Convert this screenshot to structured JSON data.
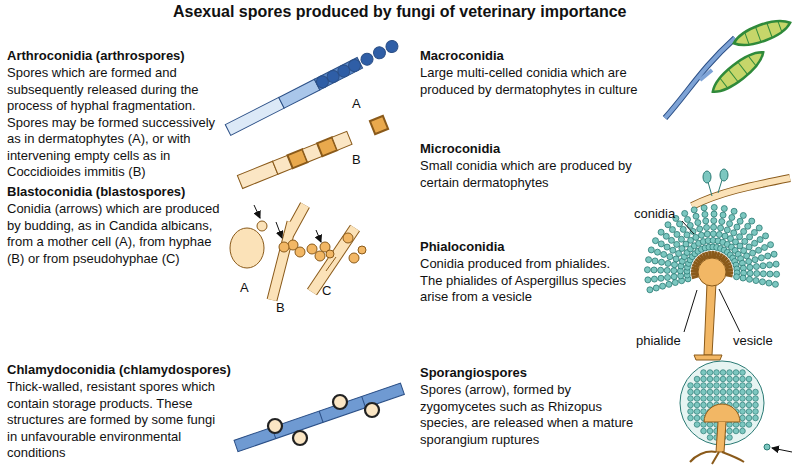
{
  "diagram": {
    "title": "Asexual spores produced by fungi of veterinary importance",
    "labels": [
      "Arthroconidia (arthrospores)",
      "Spores which are formed and subsequently released during the process of hyphal fragmentation. Spores may be formed successively as in dermatophytes (A), or with intervening empty cells as in Coccidioides immitis (B)",
      "A",
      "B",
      "Blastoconidia (blastospores)",
      "Conidia (arrows) which are produced by budding, as in Candida albicans, from a mother cell (A), from hyphae (B) or from pseudohyphae (C)",
      "A",
      "B",
      "C",
      "Chlamydoconidia (chlamydospores)",
      "Thick-walled, resistant spores which contain storage products. These structures are formed by some fungi in unfavourable environmental conditions",
      "Macroconidia",
      "Large multi-celled conidia which are produced by dermatophytes in culture",
      "Microconidia",
      "Small conidia which are produced by certain dermatophytes",
      "Phialoconidia",
      "Conidia produced from phialides. The phialides of Aspergillus species arise from a vesicle",
      "conidia",
      "phialide",
      "vesicle",
      "Sporangiospores",
      "Spores (arrow), formed by zygomycetes such as Rhizopus species, are released when a mature sporangium ruptures"
    ]
  }
}
